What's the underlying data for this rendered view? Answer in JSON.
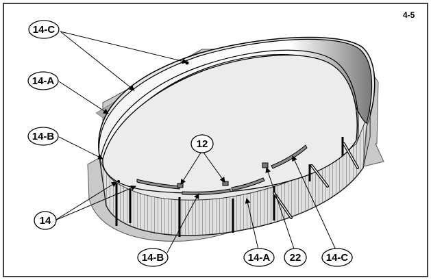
{
  "page_number": "4-5",
  "callouts": {
    "c14C_top": "14-C",
    "c14A_left": "14-A",
    "c14B_left": "14-B",
    "c12": "12",
    "c14": "14",
    "c14B_bottom": "14-B",
    "c14A_bottom": "14-A",
    "c22": "22",
    "c14C_bottom": "14-C"
  }
}
